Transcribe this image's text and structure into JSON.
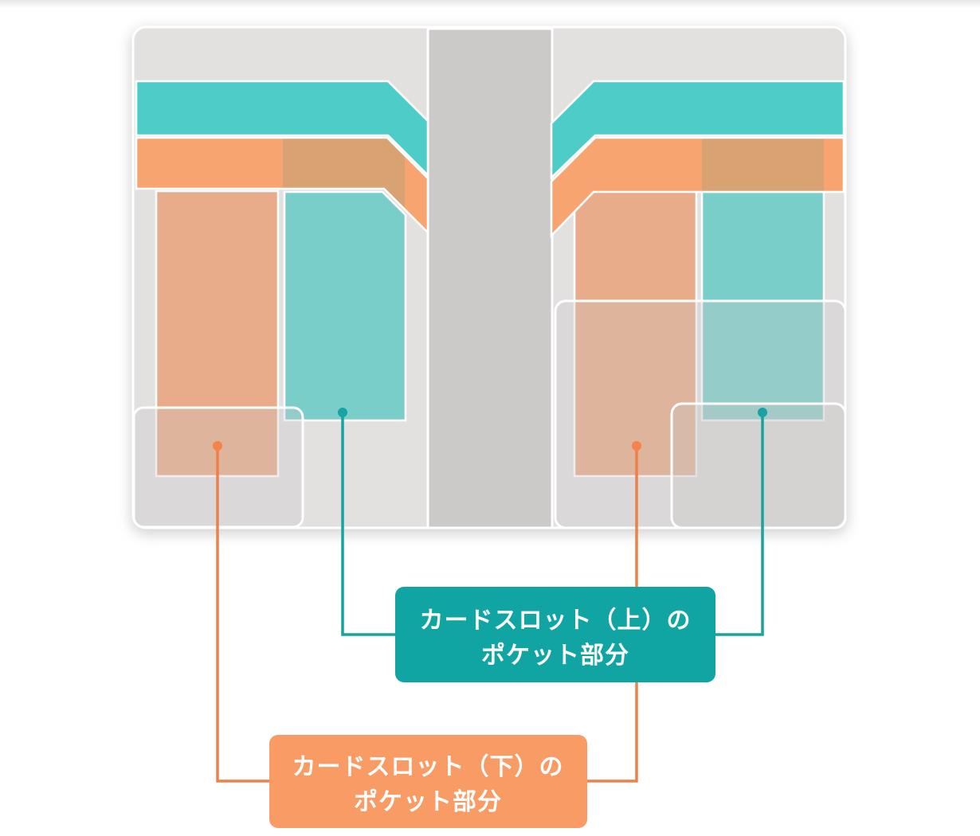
{
  "diagram": {
    "title": "card-wallet-pocket-diagram",
    "colors": {
      "panel_gray": "#e2e1e0",
      "spine_gray": "#cbcac9",
      "band_teal": "#4dccc8",
      "band_orange": "#f7a471",
      "band_overlap_tan": "#d9a273",
      "slot_salmon": "#e9ac8a",
      "slot_teal": "#79ceca",
      "pocket_overlay": "rgba(201,200,199,0.32)",
      "outline_white": "#ffffff"
    },
    "callouts": {
      "top_slot": {
        "line1": "カードスロット（上）の",
        "line2": "ポケット部分",
        "label_color": "#10a5a2",
        "line_color": "#16a3a1",
        "dot_color": "#16a3a1"
      },
      "bottom_slot": {
        "line1": "カードスロット（下）の",
        "line2": "ポケット部分",
        "label_color": "#f89b64",
        "line_color": "#ee8048",
        "dot_color": "#f5834b"
      }
    }
  }
}
